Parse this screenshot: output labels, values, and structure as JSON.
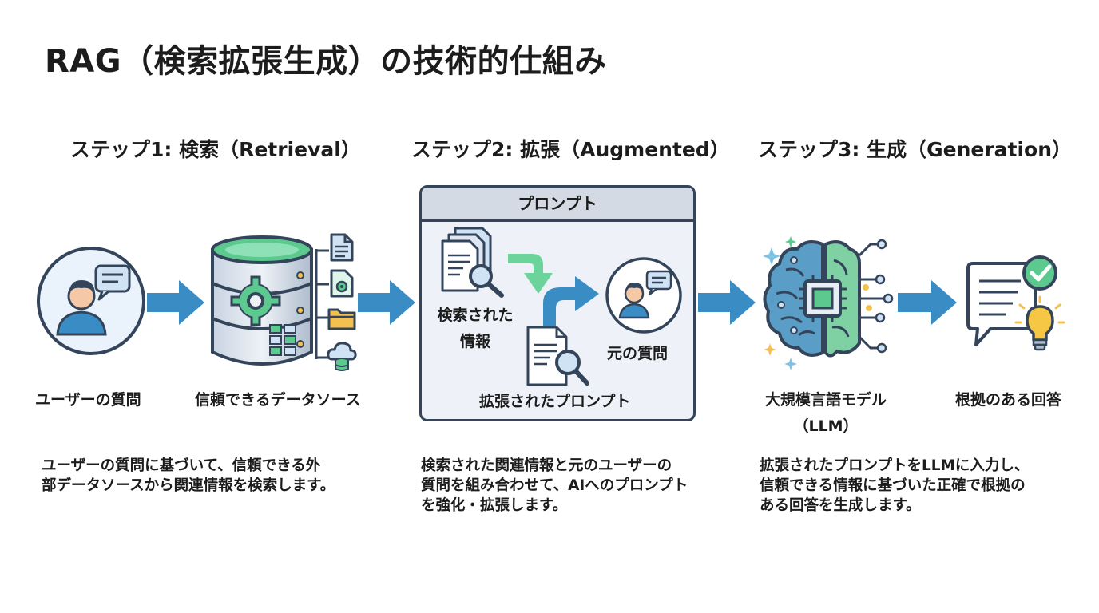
{
  "title": "RAG（検索拡張生成）の技術的仕組み",
  "steps": [
    {
      "heading": "ステップ1: 検索（Retrieval）",
      "labels": [
        "ユーザーの質問",
        "信頼できるデータソース"
      ],
      "description": [
        "ユーザーの質問に基づいて、信頼できる外",
        "部データソースから関連情報を検索します。"
      ]
    },
    {
      "heading": "ステップ2: 拡張（Augmented）",
      "box_title": "プロンプト",
      "labels": [
        "検索された",
        "情報",
        "元の質問",
        "拡張されたプロンプト"
      ],
      "description": [
        "検索された関連情報と元のユーザーの",
        "質問を組み合わせて、AIへのプロンプト",
        "を強化・拡張します。"
      ]
    },
    {
      "heading": "ステップ3: 生成（Generation）",
      "labels": [
        "大規模言語モデル",
        "（LLM）",
        "根拠のある回答"
      ],
      "description": [
        "拡張されたプロンプトをLLMに入力し、",
        "信頼できる情報に基づいた正確で根拠の",
        "ある回答を生成します。"
      ]
    }
  ],
  "icons": [
    "user-question-icon",
    "database-icon",
    "document-icon",
    "gear-file-icon",
    "folder-icon",
    "cloud-database-icon",
    "search-documents-icon",
    "user-icon",
    "document-search-icon",
    "brain-chip-icon",
    "answer-check-icon",
    "lightbulb-icon"
  ],
  "colors": {
    "arrow": "#3a8cc4",
    "green": "#5cc98f",
    "navy": "#34455b",
    "blue_light": "#cfe3f4"
  }
}
